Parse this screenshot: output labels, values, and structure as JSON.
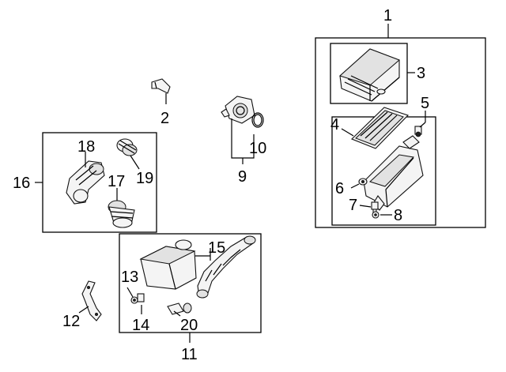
{
  "diagram": {
    "callouts": {
      "c1": "1",
      "c2": "2",
      "c3": "3",
      "c4": "4",
      "c5": "5",
      "c6": "6",
      "c7": "7",
      "c8": "8",
      "c9": "9",
      "c10": "10",
      "c11": "11",
      "c12": "12",
      "c13": "13",
      "c14": "14",
      "c15": "15",
      "c16": "16",
      "c17": "17",
      "c18": "18",
      "c19": "19",
      "c20": "20"
    },
    "parts": {
      "air-filter-housing-assembly": "icon",
      "air-filter-cover": "icon",
      "air-filter-element": "icon",
      "lower-housing": "icon",
      "resonator": "icon",
      "intake-duct": "icon",
      "throttle-body": "icon",
      "gasket": "icon",
      "bracket": "icon"
    }
  }
}
